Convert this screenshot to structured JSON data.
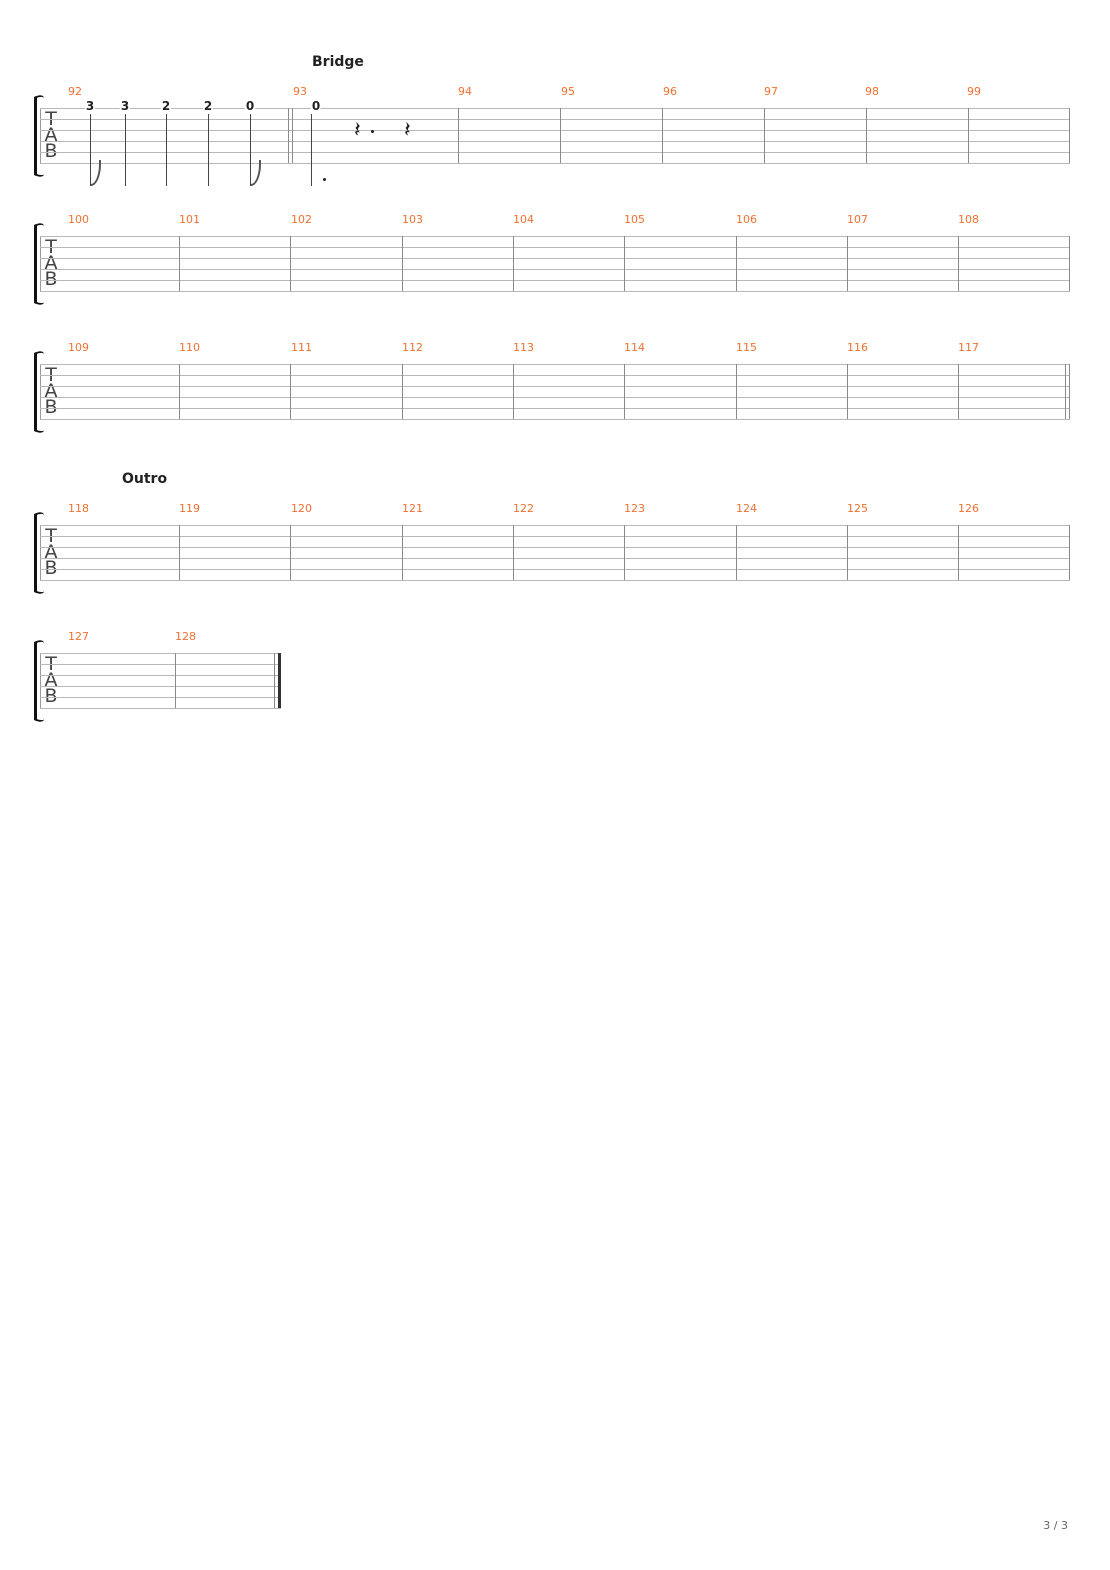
{
  "sections": {
    "bridge": "Bridge",
    "outro": "Outro"
  },
  "clef": [
    "T",
    "A",
    "B"
  ],
  "systems": [
    {
      "measures": [
        "92",
        "93",
        "94",
        "95",
        "96",
        "97",
        "98",
        "99"
      ]
    },
    {
      "measures": [
        "100",
        "101",
        "102",
        "103",
        "104",
        "105",
        "106",
        "107",
        "108"
      ]
    },
    {
      "measures": [
        "109",
        "110",
        "111",
        "112",
        "113",
        "114",
        "115",
        "116",
        "117"
      ]
    },
    {
      "measures": [
        "118",
        "119",
        "120",
        "121",
        "122",
        "123",
        "124",
        "125",
        "126"
      ]
    },
    {
      "measures": [
        "127",
        "128"
      ]
    }
  ],
  "measure_92": {
    "frets": [
      "3",
      "3",
      "2",
      "2",
      "0"
    ]
  },
  "measure_93": {
    "frets": [
      "0"
    ]
  },
  "page_number": "3 / 3"
}
